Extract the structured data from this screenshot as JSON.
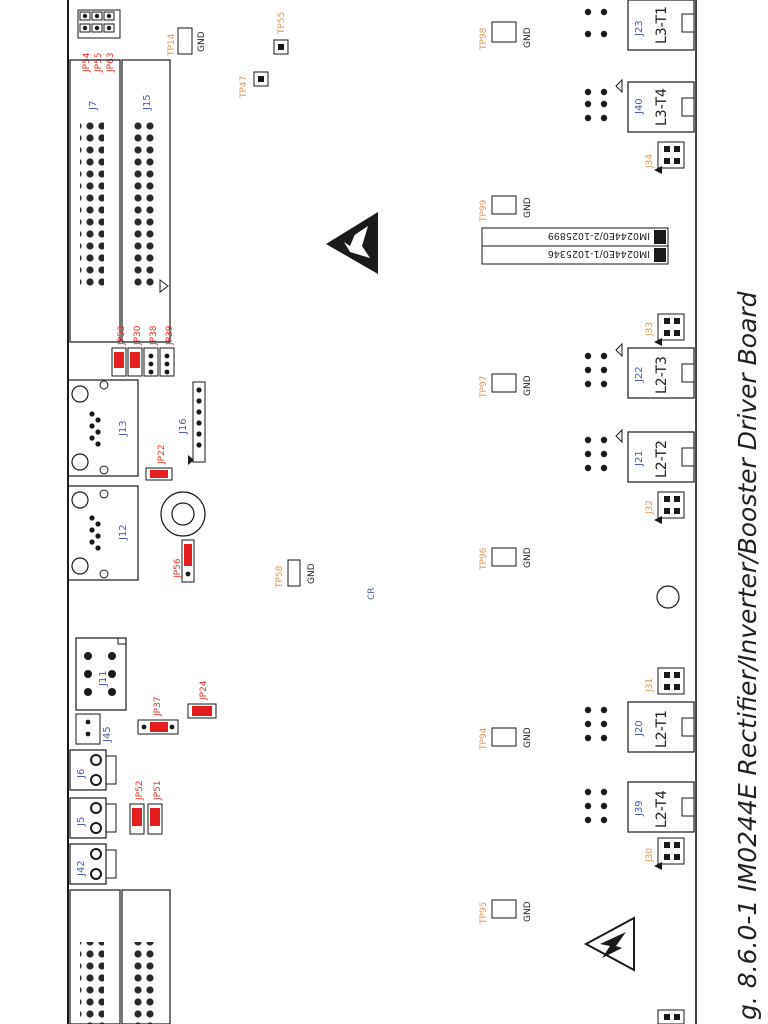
{
  "caption": "g. 8.6.0-1 IM0244E Rectifier/Inverter/Booster Driver Board",
  "colors": {
    "outline": "#1a1a1a",
    "red_label": "#e8322c",
    "blue_label": "#4a5fa8",
    "orange_label": "#e09a55",
    "jumper_fill": "#e41e1e",
    "text_dark": "#222222"
  },
  "labels": {
    "gnd": "GND",
    "cr": "CR"
  },
  "barcodes": {
    "line1": "IM0244E0/2-1025899",
    "line2": "IM0244E0/1-1025346"
  },
  "left_headers": {
    "j7": "J7",
    "j15": "J15",
    "jp54": "JP54",
    "jp55": "JP55",
    "jp63": "JP63",
    "jp53": "JP53",
    "jp30": "JP30",
    "jp38": "JP38",
    "jp39": "JP39"
  },
  "rj_ports": {
    "j13": "J13",
    "j12": "J12",
    "j16": "J16",
    "jp22": "JP22",
    "jp56": "JP56"
  },
  "lower_left": {
    "j11": "J11",
    "j45": "J45",
    "jp37": "JP37",
    "jp24": "JP24",
    "j6": "J6",
    "j5": "J5",
    "j42": "J42",
    "jp52": "JP52",
    "jp51": "JP51"
  },
  "testpoints": [
    {
      "id": "tp14",
      "name": "TP14"
    },
    {
      "id": "tp55",
      "name": "TP55"
    },
    {
      "id": "tp47",
      "name": "TP47"
    },
    {
      "id": "tp58",
      "name": "TP58"
    },
    {
      "id": "tp98",
      "name": "TP98"
    },
    {
      "id": "tp99",
      "name": "TP99"
    },
    {
      "id": "tp97",
      "name": "TP97"
    },
    {
      "id": "tp96",
      "name": "TP96"
    },
    {
      "id": "tp94",
      "name": "TP94"
    },
    {
      "id": "tp95",
      "name": "TP95"
    }
  ],
  "right_connectors": [
    {
      "id": "j23",
      "name": "J23",
      "text": "L3-T1"
    },
    {
      "id": "j40",
      "name": "J40",
      "text": "L3-T4"
    },
    {
      "id": "j22",
      "name": "J22",
      "text": "L2-T3"
    },
    {
      "id": "j21",
      "name": "J21",
      "text": "L2-T2"
    },
    {
      "id": "j20",
      "name": "J20",
      "text": "L2-T1"
    },
    {
      "id": "j39",
      "name": "J39",
      "text": "L2-T4"
    }
  ],
  "small_connectors": {
    "j34": "J34",
    "j33": "J33",
    "j32": "J32",
    "j31": "J31",
    "j30": "J30"
  }
}
